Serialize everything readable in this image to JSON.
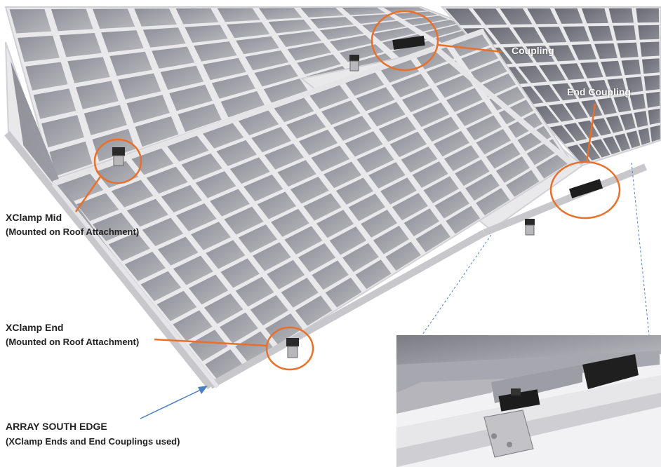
{
  "labels": {
    "coupling": "Coupling",
    "end_coupling": "End Coupling",
    "xclamp_mid": "XClamp Mid",
    "xclamp_mid_sub": "(Mounted on Roof Attachment)",
    "xclamp_end": "XClamp End",
    "xclamp_end_sub": "(Mounted on Roof Attachment)",
    "south_edge": "ARRAY SOUTH EDGE",
    "south_edge_sub": "(XClamp Ends and End Couplings used)"
  },
  "colors": {
    "callout": "#e8702a",
    "arrow": "#4a7fc1",
    "leader_dashed": "#4a7fc1",
    "cell": "#9a9aa2",
    "cell_dark": "#6f6f78",
    "frame": "#d9d9dc",
    "clamp": "#2a2a2a"
  },
  "icons": {
    "callout_marker": "orange-circle-icon",
    "edge_arrow": "blue-arrow-icon"
  }
}
